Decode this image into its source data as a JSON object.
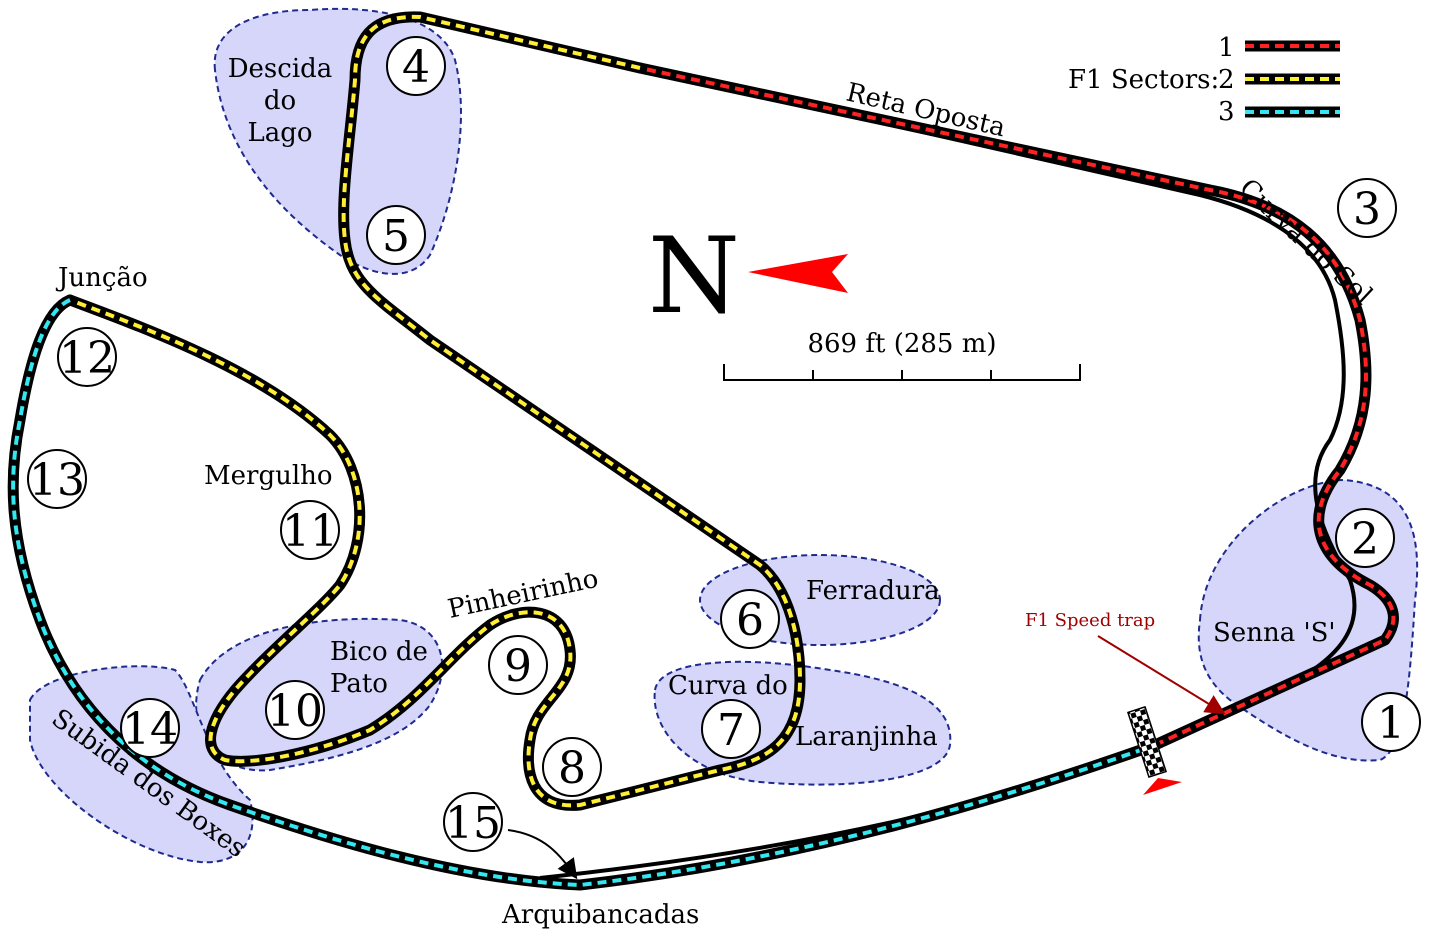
{
  "colors": {
    "sector1": "#ff2222",
    "sector2": "#ffee33",
    "sector3": "#33e6f0",
    "track_outline": "#000000",
    "zone_fill": "#d6d6fa",
    "zone_stroke": "#1f2a8f",
    "north_arrow": "#ff0000",
    "speed_trap": "#a00000"
  },
  "legend": {
    "title": "F1 Sectors:",
    "items": [
      {
        "label": "1",
        "color_key": "sector1"
      },
      {
        "label": "2",
        "color_key": "sector2"
      },
      {
        "label": "3",
        "color_key": "sector3"
      }
    ]
  },
  "compass": {
    "letter": "N",
    "icon": "north-arrow-icon"
  },
  "scale": {
    "label": "869 ft (285 m)"
  },
  "turns": [
    "1",
    "2",
    "3",
    "4",
    "5",
    "6",
    "7",
    "8",
    "9",
    "10",
    "11",
    "12",
    "13",
    "14",
    "15"
  ],
  "names": {
    "reta_oposta": "Reta Oposta",
    "curva_do_sol": "Curva do Sol",
    "descida_l1": "Descida",
    "descida_l2": "do",
    "descida_l3": "Lago",
    "juncao": "Junção",
    "mergulho": "Mergulho",
    "pinheirinho": "Pinheirinho",
    "bico_l1": "Bico de",
    "bico_l2": "Pato",
    "ferradura": "Ferradura",
    "curva_do": "Curva do",
    "laranjinha": "Laranjinha",
    "senna_s": "Senna 'S'",
    "subida": "Subida dos Boxes",
    "arquibancadas": "Arquibancadas",
    "speed_trap": "F1 Speed trap"
  }
}
